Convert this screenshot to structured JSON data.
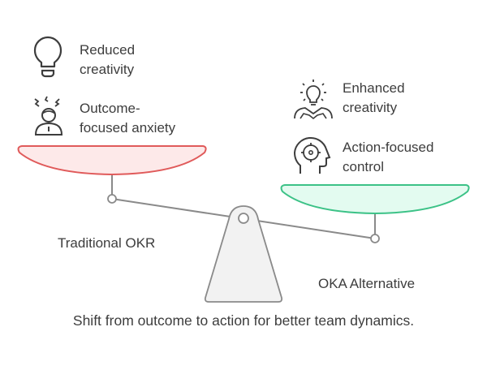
{
  "left_side": {
    "label": "Traditional OKR",
    "pan_color": "#e05a5a",
    "pan_fill": "#fde9e9",
    "items": [
      {
        "icon": "lightbulb-icon",
        "line1": "Reduced",
        "line2": "creativity"
      },
      {
        "icon": "anxious-person-icon",
        "line1": "Outcome-",
        "line2": "focused anxiety"
      }
    ]
  },
  "right_side": {
    "label": "OKA Alternative",
    "pan_color": "#3cc287",
    "pan_fill": "#e3fbf0",
    "items": [
      {
        "icon": "idea-person-icon",
        "line1": "Enhanced",
        "line2": "creativity"
      },
      {
        "icon": "head-target-icon",
        "line1": "Action-focused",
        "line2": "control"
      }
    ]
  },
  "caption": "Shift from outcome to action for better team dynamics."
}
